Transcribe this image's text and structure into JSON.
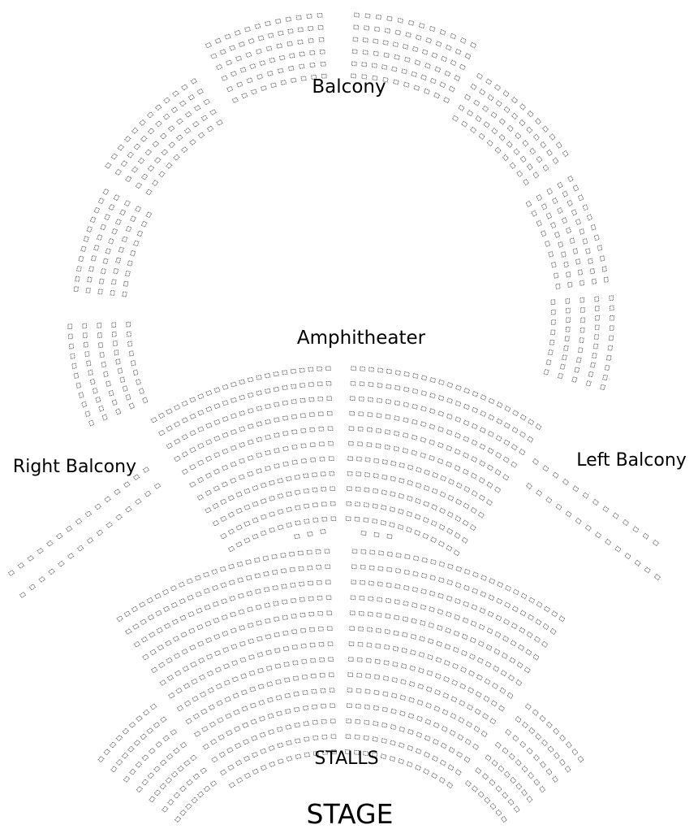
{
  "labels": {
    "balcony": "Balcony",
    "amphitheater": "Amphitheater",
    "right_balcony": "Right Balcony",
    "left_balcony": "Left Balcony",
    "stalls": "STALLS",
    "stage": "STAGE"
  },
  "colors": {
    "seat_outline": "#555555",
    "seat_fill": "#ffffff",
    "text": "#000000"
  }
}
